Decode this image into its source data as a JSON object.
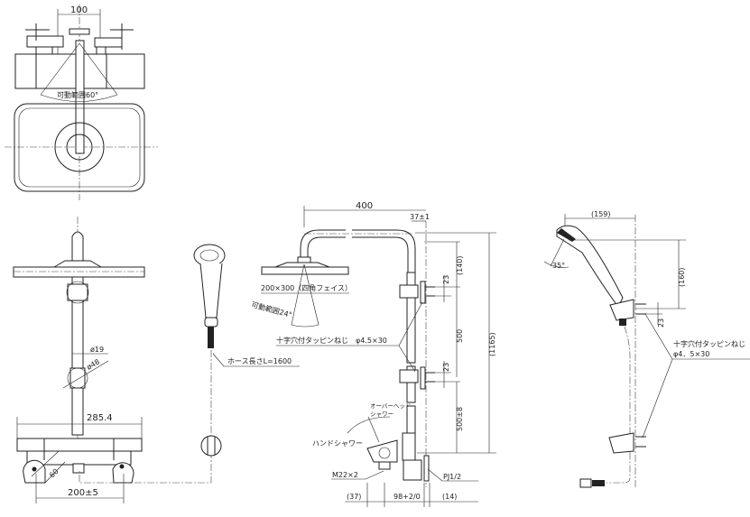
{
  "top_view": {
    "dim_width": "100",
    "swing_range": "可動範囲60°"
  },
  "front_view": {
    "pipe_dia": "ø19",
    "joint_dia": "ø48",
    "body_width": "285.4",
    "angle_dim": "60",
    "pitch": "200±5"
  },
  "hand_shower": {
    "hose_length": "ホース長さL=1600"
  },
  "side_view": {
    "arm_length": "400",
    "offset": "37±1",
    "head_size": "200×300（四角フェイス）",
    "head_swing": "可動範囲24°",
    "screw": "十字穴付タッピンねじ　φ4.5×30",
    "bracket_pitch_top": "23",
    "head_height": "(140)",
    "bracket_spacing": "500",
    "total_height": "(1165)",
    "bracket_pitch_bottom": "23",
    "bottom_spacing": "500±8",
    "overhead_label_1": "オーバーヘッド",
    "overhead_label_2": "シャワー",
    "hand_shower_label": "ハンドシャワー",
    "thread": "M22×2",
    "pipe_thread": "PJ1/2",
    "dim_left": "(37)",
    "dim_center": "98+2/0",
    "dim_right": "(14)"
  },
  "hand_shower_detail": {
    "reach": "(159)",
    "angle": "35°",
    "height": "(160)",
    "pitch": "23",
    "screw_line1": "十字穴付タッピンねじ",
    "screw_line2": "φ4．5×30"
  }
}
